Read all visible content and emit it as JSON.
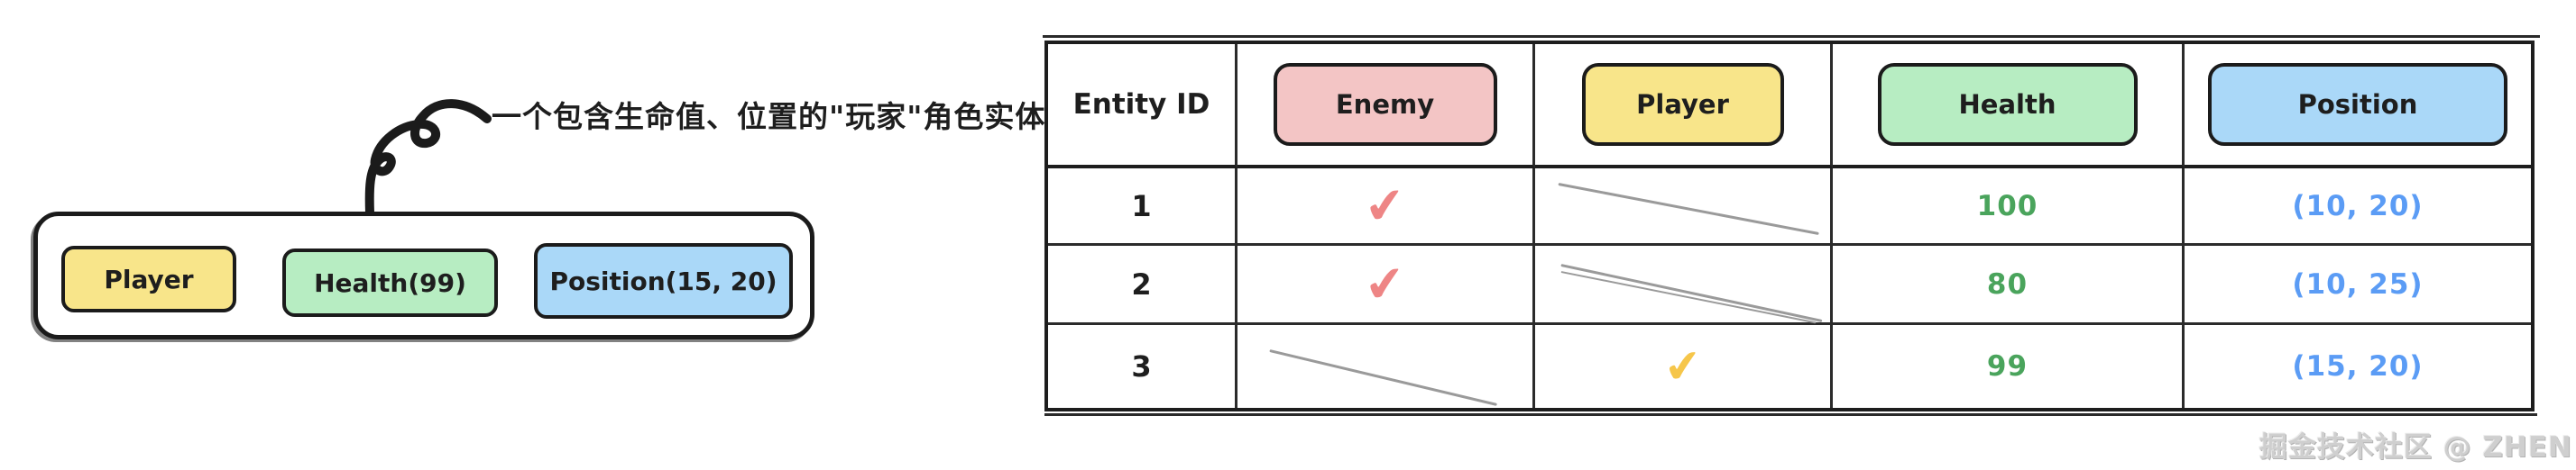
{
  "diagram": {
    "annotation": "一个包含生命值、位置的\"玩家\"角色实体",
    "components": [
      {
        "label": "Player",
        "color": "#f8e58a"
      },
      {
        "label": "Health(99)",
        "color": "#b7edc2"
      },
      {
        "label": "Position(15, 20)",
        "color": "#aad8f8"
      }
    ]
  },
  "table": {
    "header": {
      "entity_id": "Entity ID",
      "badges": [
        {
          "label": "Enemy",
          "color": "#f3c5c5"
        },
        {
          "label": "Player",
          "color": "#f8e58a"
        },
        {
          "label": "Health",
          "color": "#b7edc2"
        },
        {
          "label": "Position",
          "color": "#aad8f8"
        }
      ]
    },
    "rows": [
      {
        "id": "1",
        "enemy": "check",
        "player": "slash",
        "health": "100",
        "position": "(10, 20)"
      },
      {
        "id": "2",
        "enemy": "check",
        "player": "slash",
        "health": "80",
        "position": "(10, 25)"
      },
      {
        "id": "3",
        "enemy": "slash",
        "player": "check",
        "health": "99",
        "position": "(15, 20)"
      }
    ]
  },
  "icons": {
    "check": "✔"
  },
  "colors": {
    "check_red": "#ee8585",
    "check_yellow": "#f6c64a",
    "health_text": "#4aa45c",
    "position_text": "#5b9cf5",
    "slash_gray": "#9a9a9a",
    "stroke": "#1b1b1b"
  },
  "footer": {
    "watermark": "掘金技术社区 @ ZHEN"
  }
}
